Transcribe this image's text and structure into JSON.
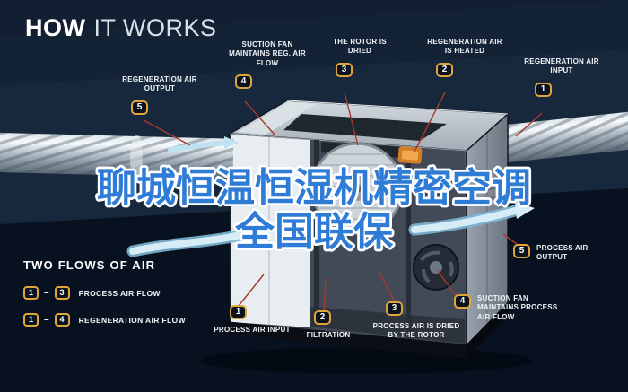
{
  "title": {
    "strong": "HOW",
    "rest": "IT WORKS"
  },
  "watermark": {
    "line1": "聊城恒温恒湿机精密空调",
    "line2": "全国联保"
  },
  "callouts": {
    "regen_output": {
      "num": "5",
      "label": "REGENERATION AIR OUTPUT"
    },
    "suction_reg": {
      "num": "4",
      "label": "SUCTION FAN MAINTAINS REG. AIR FLOW"
    },
    "rotor_dried": {
      "num": "3",
      "label": "THE ROTOR IS DRIED"
    },
    "regen_heated": {
      "num": "2",
      "label": "REGENERATION AIR IS HEATED"
    },
    "regen_input": {
      "num": "1",
      "label": "REGENERATION AIR INPUT"
    },
    "process_input": {
      "num": "1",
      "label": "PROCESS AIR INPUT"
    },
    "filtration": {
      "num": "2",
      "label": "FILTRATION"
    },
    "process_dried": {
      "num": "3",
      "label": "PROCESS AIR IS DRIED BY THE ROTOR"
    },
    "suction_process": {
      "num": "4",
      "label": "SUCTION FAN MAINTAINS PROCESS AIR FLOW"
    },
    "process_output": {
      "num": "5",
      "label": "PROCESS AIR OUTPUT"
    }
  },
  "legend": {
    "heading": "TWO FLOWS OF AIR",
    "separator": "–",
    "items": [
      {
        "from": "1",
        "to": "3",
        "label": "PROCESS AIR FLOW"
      },
      {
        "from": "1",
        "to": "4",
        "label": "REGENERATION AIR FLOW"
      }
    ]
  },
  "colors": {
    "background": "#0c1726",
    "badge_border": "#dfa53c",
    "leader_line": "#a8392b",
    "watermark_blue": "#2e7cd6",
    "flow_blue": "#d6edf8"
  }
}
